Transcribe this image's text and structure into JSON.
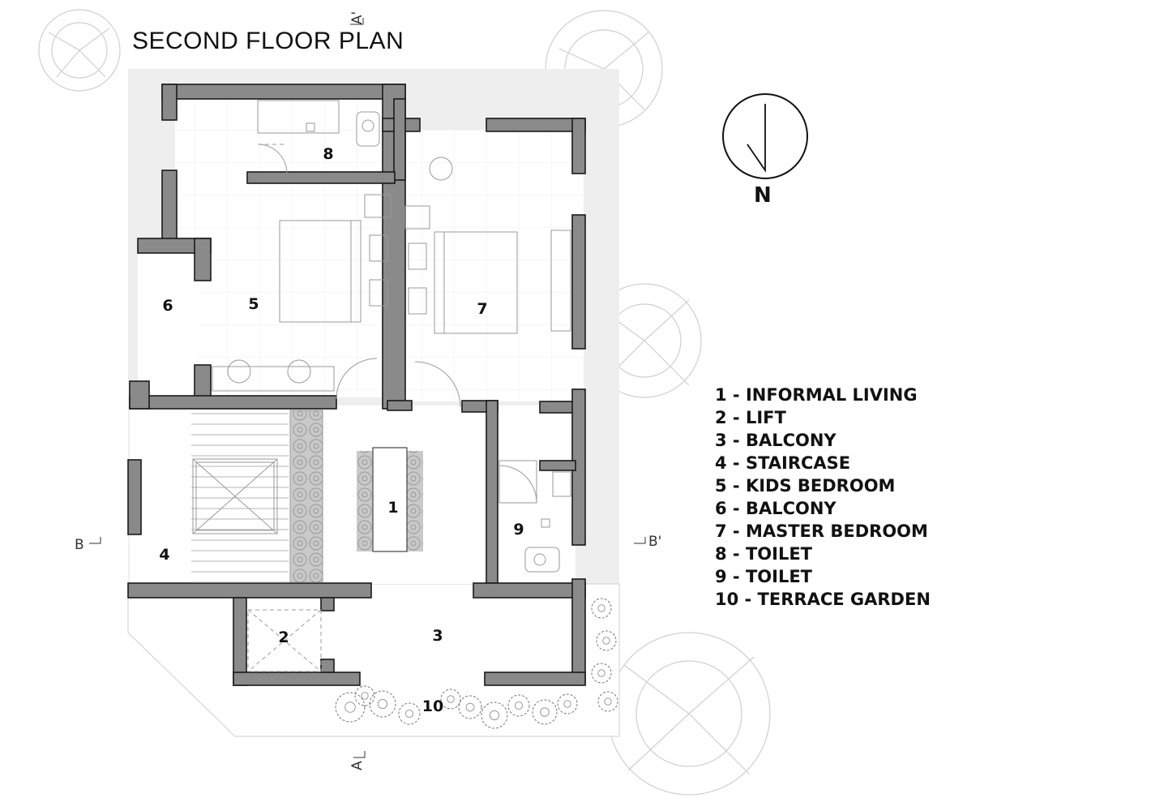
{
  "title": "SECOND FLOOR PLAN",
  "north_label": "N",
  "section_markers": {
    "a_top": "A'",
    "a_bottom": "A",
    "b_left": "B",
    "b_right": "B'"
  },
  "rooms": [
    {
      "num": "1"
    },
    {
      "num": "2"
    },
    {
      "num": "3"
    },
    {
      "num": "4"
    },
    {
      "num": "5"
    },
    {
      "num": "6"
    },
    {
      "num": "7"
    },
    {
      "num": "8"
    },
    {
      "num": "9"
    },
    {
      "num": "10"
    }
  ],
  "legend": [
    "1 - INFORMAL LIVING",
    "2 - LIFT",
    "3 - BALCONY",
    "4 - STAIRCASE",
    "5 - KIDS BEDROOM",
    "6 - BALCONY",
    "7 - MASTER BEDROOM",
    "8 - TOILET",
    "9 - TOILET",
    "10 - TERRACE GARDEN"
  ],
  "colors": {
    "wall_fill": "#8a8a8a",
    "terrace_fill": "#eeeeee",
    "line": "#1a1a1a",
    "tile": "#b8b8b8"
  }
}
